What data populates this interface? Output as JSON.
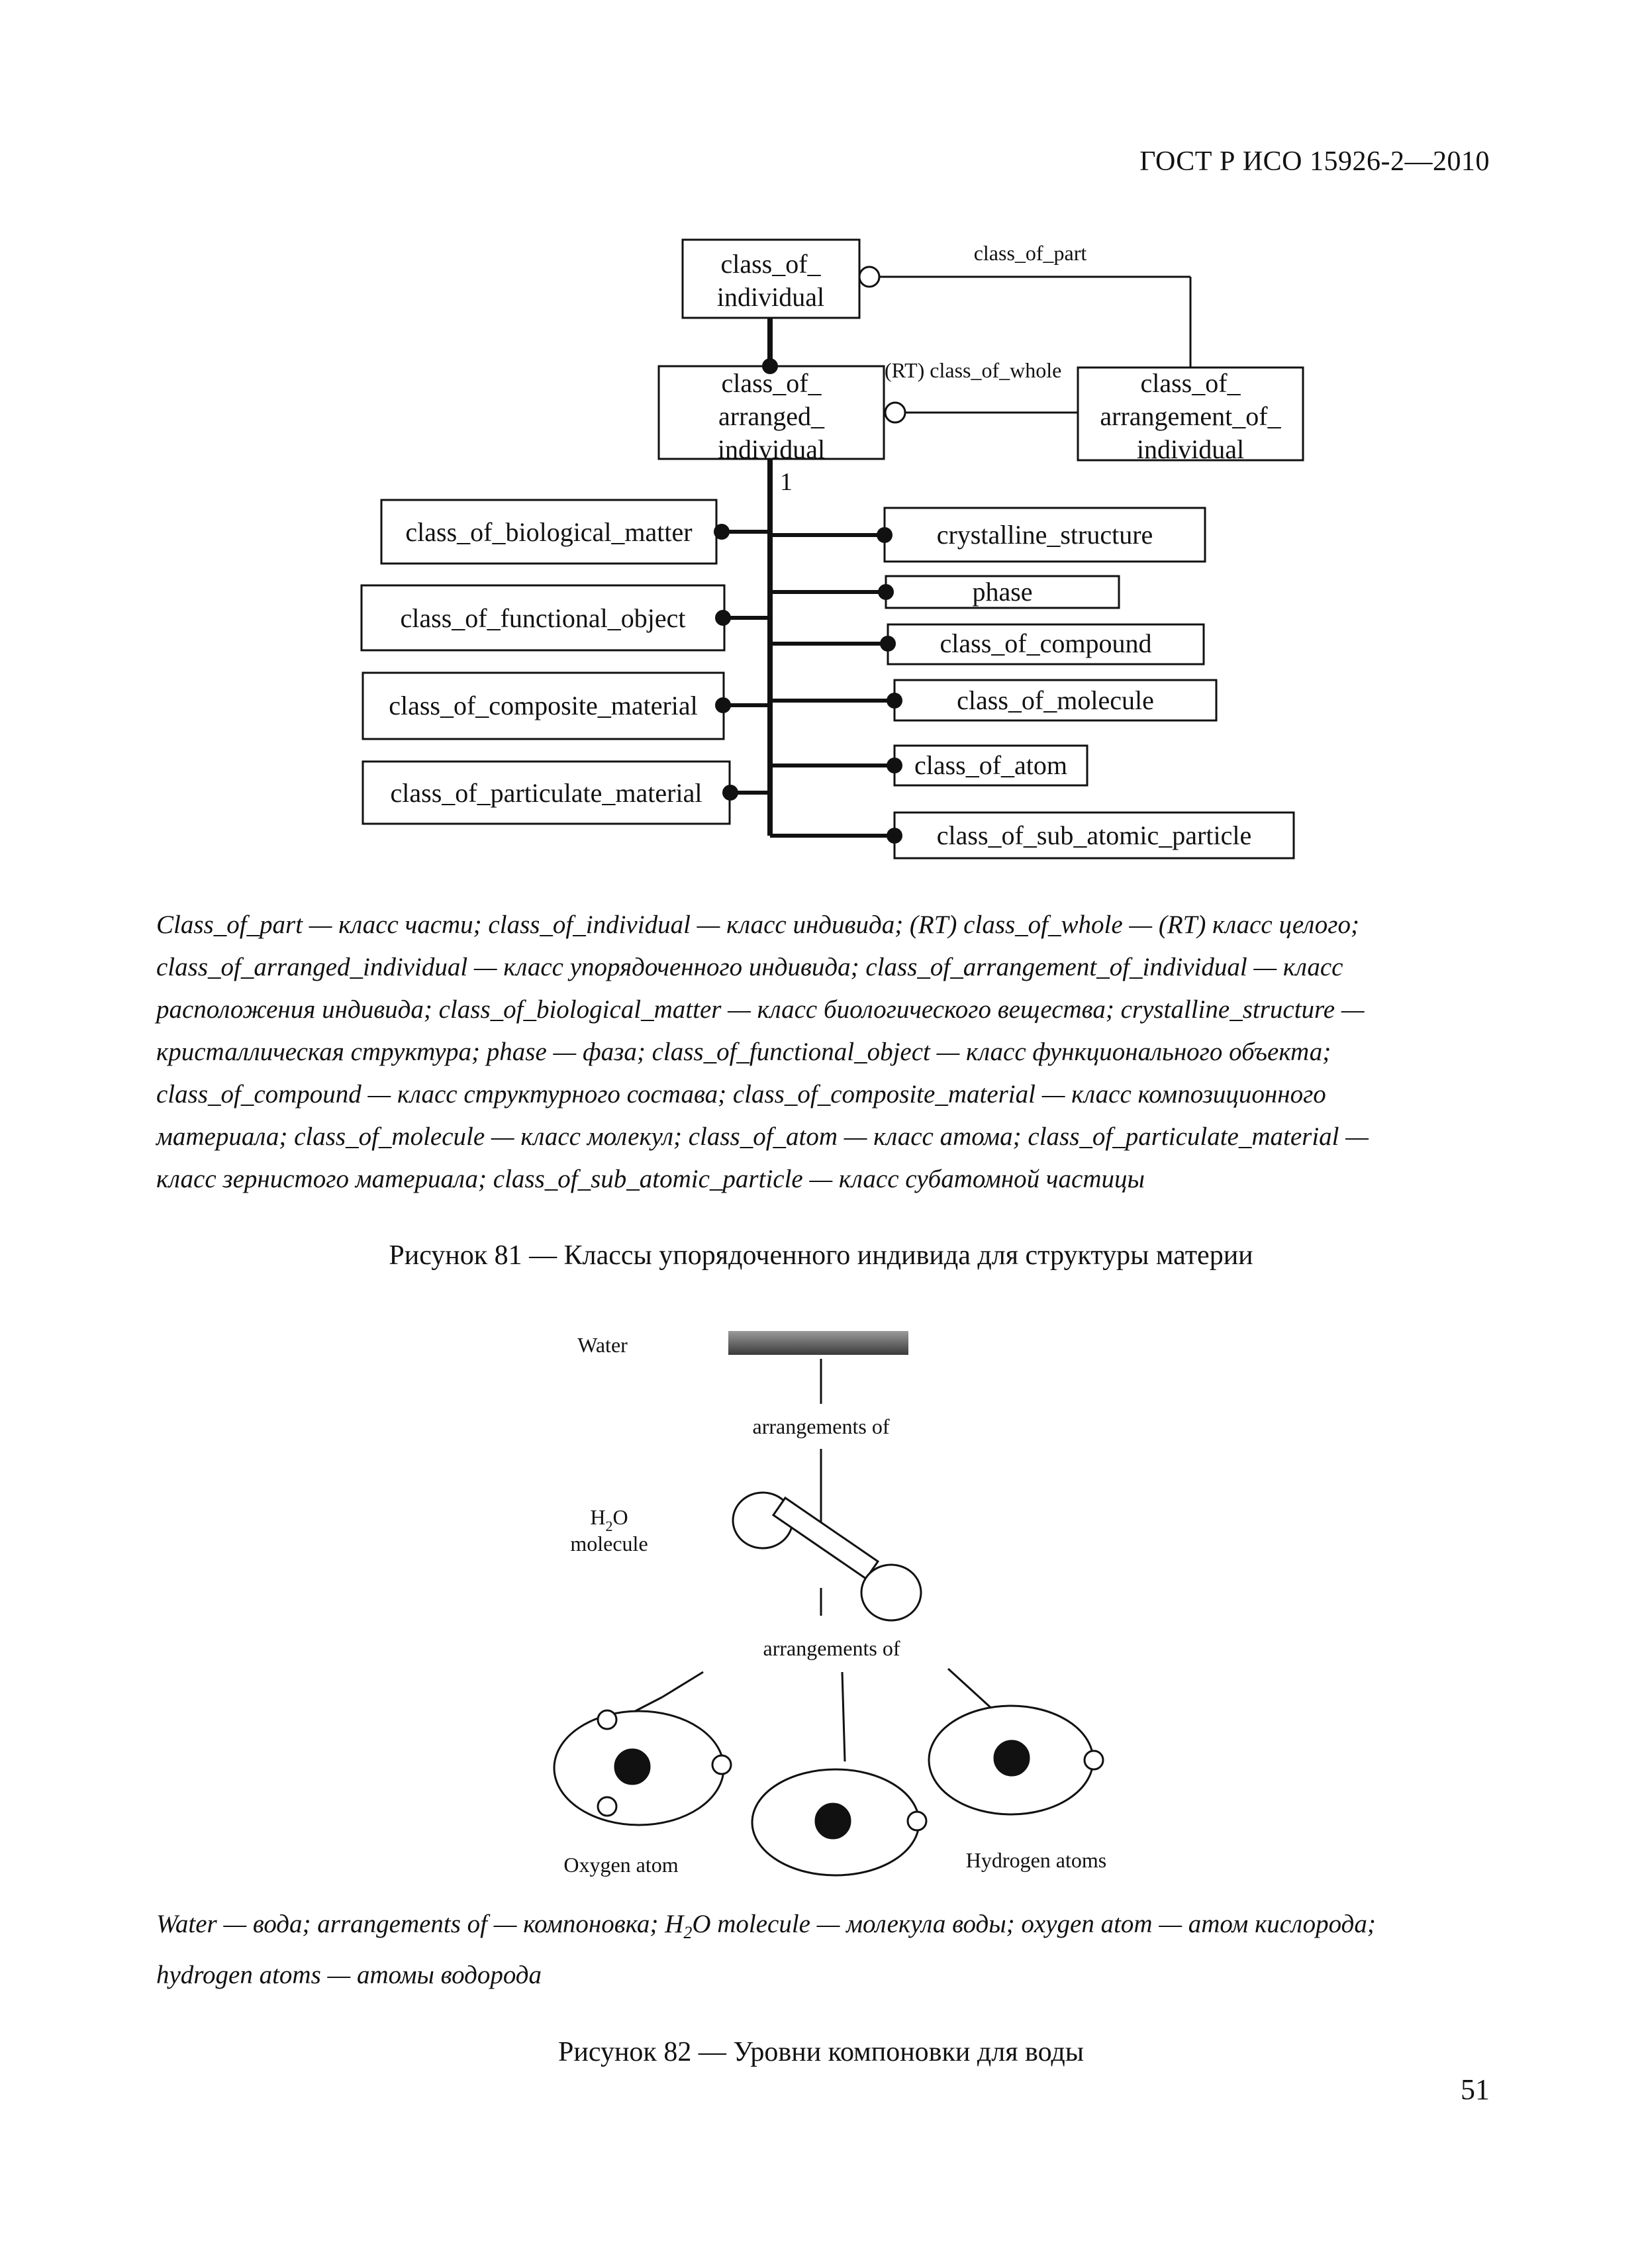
{
  "header": {
    "standard": "ГОСТ Р ИСО 15926-2—2010"
  },
  "figure81": {
    "top_box": [
      "class_of_",
      "individual"
    ],
    "arranged_box": [
      "class_of_",
      "arranged_",
      "individual"
    ],
    "arrangement_box": [
      "class_of_",
      "arrangement_of_",
      "individual"
    ],
    "class_of_part_label": "class_of_part",
    "class_of_whole_label": "(RT) class_of_whole",
    "cardinality": "1",
    "left_boxes": [
      "class_of_biological_matter",
      "class_of_functional_object",
      "class_of_composite_material",
      "class_of_particulate_material"
    ],
    "right_boxes": [
      "crystalline_structure",
      "phase",
      "class_of_compound",
      "class_of_molecule",
      "class_of_atom",
      "class_of_sub_atomic_particle"
    ],
    "legend_lines": [
      "Class_of_part — класс части; class_of_individual — класс индивида; (RT) class_of_whole — (RT) класс целого;",
      "class_of_arranged_individual — класс упорядоченного индивида; class_of_arrangement_of_individual — класс",
      "расположения индивида; class_of_biological_matter — класс биологического вещества; crystalline_structure —",
      "кристаллическая структура; phase — фаза; class_of_functional_object — класс функционального объекта;",
      "class_of_compound — класс структурного состава; class_of_composite_material — класс композиционного",
      "материала; class_of_molecule — класс молекул; class_of_atom — класс атома; class_of_particulate_material —",
      "класс зернистого материала; class_of_sub_atomic_particle — класс субатомной частицы"
    ],
    "caption": "Рисунок 81 — Классы упорядоченного индивида для структуры материи"
  },
  "figure82": {
    "water_label": "Water",
    "arrangements_label_1": "arrangements of",
    "molecule_label_h": "H",
    "molecule_label_sub": "2",
    "molecule_label_o": "O",
    "molecule_label_word": "molecule",
    "arrangements_label_2": "arrangements of",
    "oxygen_label": "Oxygen atom",
    "hydrogen_label": "Hydrogen atoms",
    "legend_line1_a": "Water — вода; arrangements of — компоновка; H",
    "legend_line1_sub": "2",
    "legend_line1_b": "O molecule — молекула воды; oxygen atom — атом кислорода;",
    "legend_line2": "hydrogen atoms — атомы водорода",
    "caption": "Рисунок 82 — Уровни компоновки для воды"
  },
  "page_number": "51"
}
